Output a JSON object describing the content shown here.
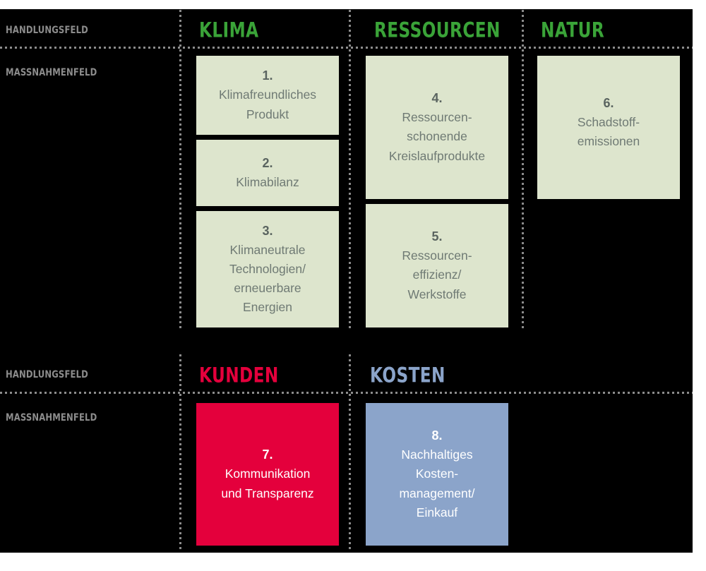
{
  "palette": {
    "background": "#ffffff",
    "panel": "#000000",
    "rule": "#8c8c8c",
    "label_gray": "#8c8c8c",
    "green_header": "#3aa338",
    "green_card": "#dde5cd",
    "green_card_text": "#6f7a74",
    "crimson": "#e4003c",
    "steel_blue": "#8ba4ca",
    "white": "#ffffff"
  },
  "sections": [
    {
      "id": "section-top",
      "labels": {
        "header_row": "HANDLUNGSFELD",
        "measure_row": "MASSNAHMENFELD"
      },
      "columns": [
        {
          "title": "KLIMA",
          "color": "#3aa338",
          "cards": [
            {
              "number": "1.",
              "text": "Klimafreundliches\nProdukt",
              "style": "green"
            },
            {
              "number": "2.",
              "text": "Klimabilanz",
              "style": "green"
            },
            {
              "number": "3.",
              "text": "Klimaneutrale\nTechnologien/\nerneuerbare\nEnergien",
              "style": "green"
            }
          ]
        },
        {
          "title": "RESSOURCEN",
          "color": "#3aa338",
          "cards": [
            {
              "number": "4.",
              "text": "Ressourcen-\nschonende\nKreislaufprodukte",
              "style": "green"
            },
            {
              "number": "5.",
              "text": "Ressourcen-\neffizienz/\nWerkstoffe",
              "style": "green"
            }
          ]
        },
        {
          "title": "NATUR",
          "color": "#3aa338",
          "cards": [
            {
              "number": "6.",
              "text": "Schadstoff-\nemissionen",
              "style": "green"
            }
          ]
        }
      ]
    },
    {
      "id": "section-bottom",
      "labels": {
        "header_row": "HANDLUNGSFELD",
        "measure_row": "MASSNAHMENFELD"
      },
      "columns": [
        {
          "title": "KUNDEN",
          "color": "#e4003c",
          "cards": [
            {
              "number": "7.",
              "text": "Kommunikation\nund Transparenz",
              "style": "crimson"
            }
          ]
        },
        {
          "title": "KOSTEN",
          "color": "#8ba4ca",
          "cards": [
            {
              "number": "8.",
              "text": "Nachhaltiges\nKosten-\nmanagement/\nEinkauf",
              "style": "blue"
            }
          ]
        }
      ]
    }
  ]
}
